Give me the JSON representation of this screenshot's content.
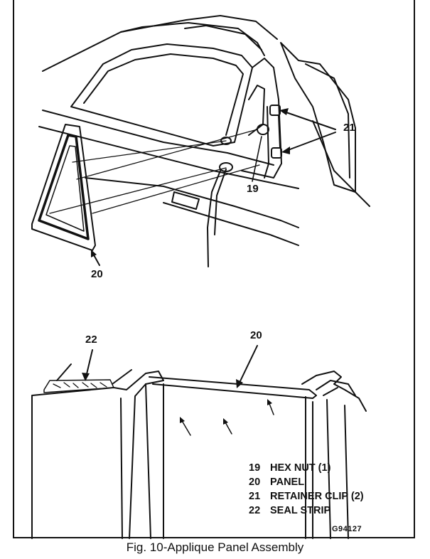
{
  "callouts": {
    "top_21": "21",
    "top_19": "19",
    "top_20": "20",
    "bottom_22": "22",
    "bottom_20": "20"
  },
  "legend": [
    {
      "num": "19",
      "label": "HEX NUT (1)"
    },
    {
      "num": "20",
      "label": "PANEL"
    },
    {
      "num": "21",
      "label": "RETAINER CLIP (2)"
    },
    {
      "num": "22",
      "label": "SEAL STRIP"
    }
  ],
  "drawing_code": "G94127",
  "caption": "Fig. 10-Applique Panel Assembly"
}
